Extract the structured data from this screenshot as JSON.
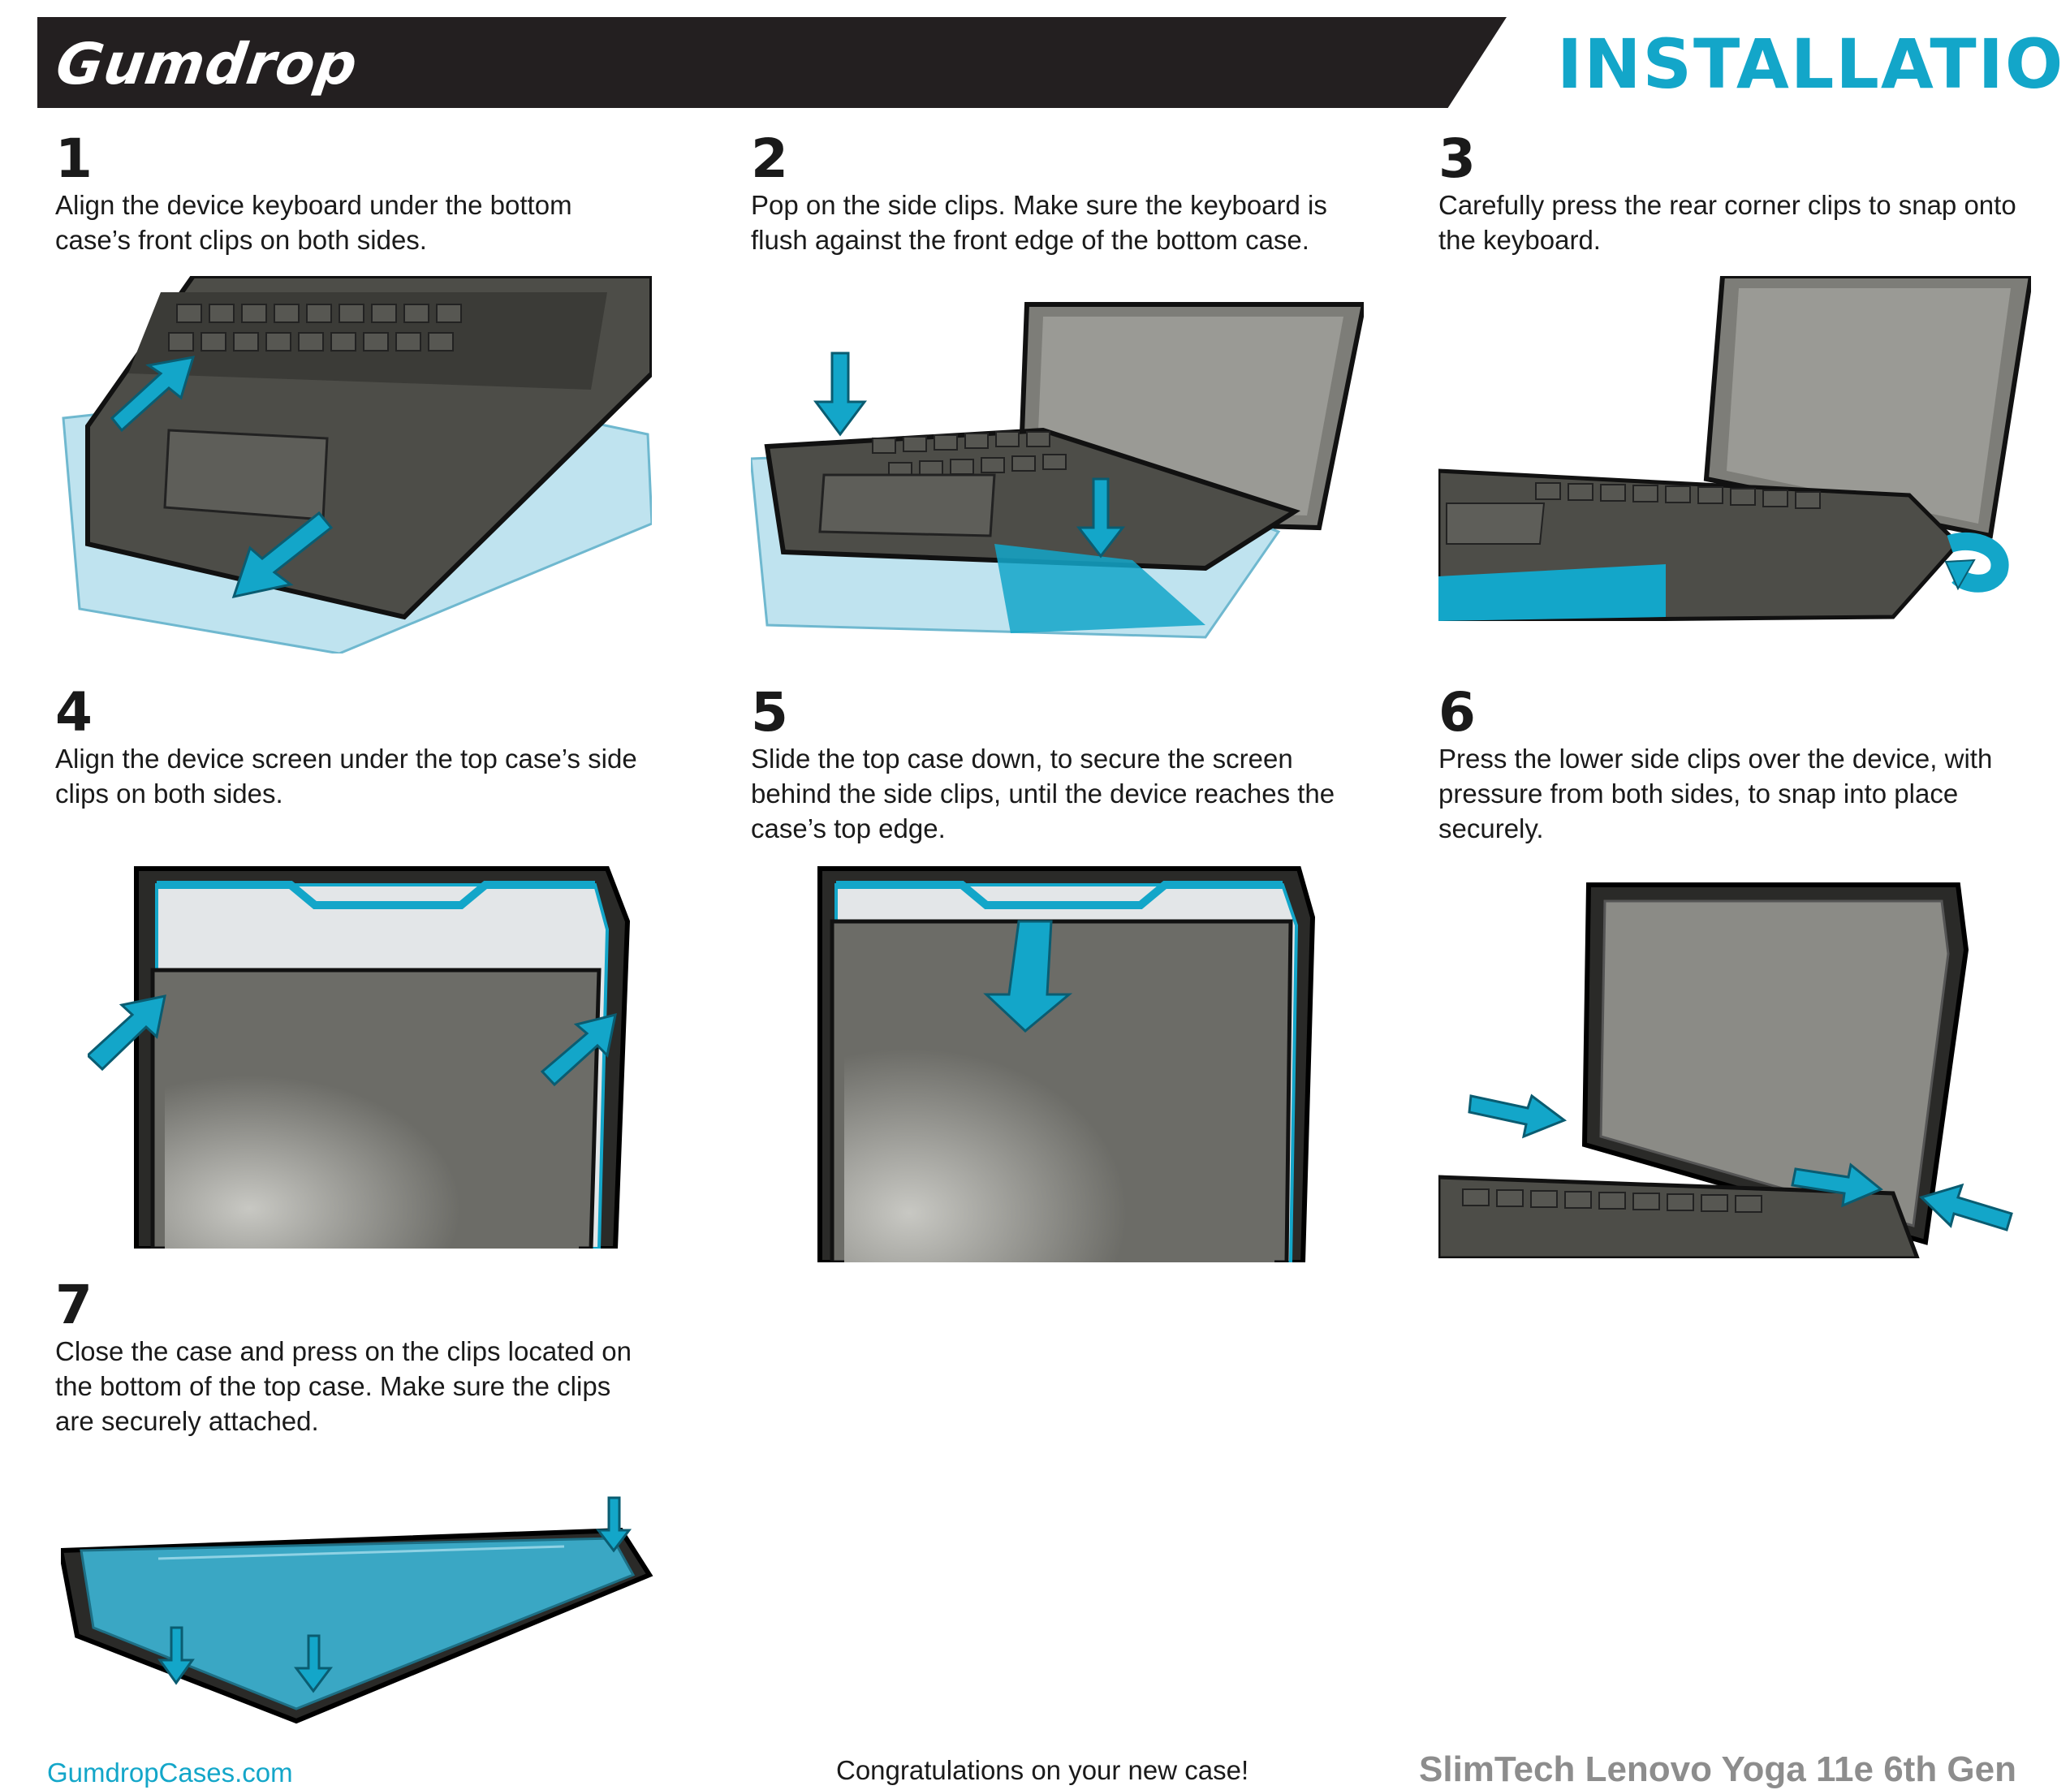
{
  "header": {
    "brand": "Gumdrop",
    "title": "INSTALLATION"
  },
  "steps": [
    {
      "num": "1",
      "text": "Align the device keyboard under the bottom case’s front clips on both sides."
    },
    {
      "num": "2",
      "text": "Pop on the side clips. Make sure the keyboard is flush against the front edge of the bottom case."
    },
    {
      "num": "3",
      "text": "Carefully press the rear corner clips to snap onto the keyboard."
    },
    {
      "num": "4",
      "text": "Align the device screen under the top case’s side clips on both sides."
    },
    {
      "num": "5",
      "text": "Slide the top case down, to secure the screen behind the side clips, until the device reaches the case’s top edge."
    },
    {
      "num": "6",
      "text": "Press the lower side clips over the device, with pressure from both sides, to snap into place securely."
    },
    {
      "num": "7",
      "text": "Close the case and press on the clips located on the bottom of the top case. Make sure the clips are securely attached."
    }
  ],
  "footer": {
    "website": "GumdropCases.com",
    "congrats": "Congratulations on your new case!",
    "model": "SlimTech Lenovo Yoga 11e 6th Gen"
  },
  "colors": {
    "accent": "#13a6c9",
    "banner": "#231f20",
    "case_blue": "#3aa7c4",
    "laptop_gray": "#5a5a55"
  }
}
